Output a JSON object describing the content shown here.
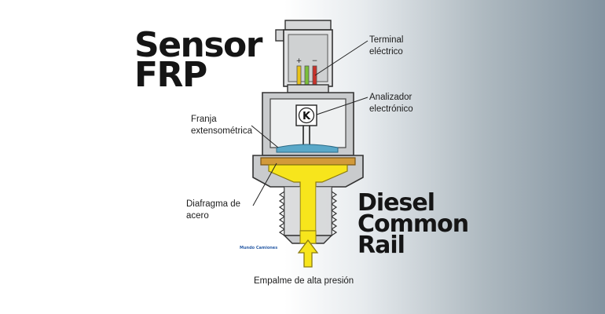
{
  "title": {
    "line1": "Sensor",
    "line2": "FRP"
  },
  "subtitle": {
    "line1": "Diesel",
    "line2": "Common",
    "line3": "Rail"
  },
  "labels": {
    "terminal": [
      "Terminal",
      "eléctrico"
    ],
    "analyzer": [
      "Analizador",
      "electrónico"
    ],
    "strain_gauge": [
      "Franja",
      "extensométrica"
    ],
    "diaphragm": [
      "Diafragma de",
      "acero"
    ],
    "fitting": "Empalme de alta presión"
  },
  "sensor": {
    "pin_symbols": [
      "+",
      "−"
    ],
    "chip_letter": "K"
  },
  "logo": "Mundo Camiones",
  "colors": {
    "body_gray": "#c9cbcd",
    "body_light": "#e4e5e6",
    "outline": "#333333",
    "pressure_yellow": "#f7e51c",
    "diaphragm_orange": "#d29a3a",
    "strain_blue": "#5aa8c8",
    "wire_yellow": "#e8c21a",
    "wire_green": "#7bbf3a",
    "wire_red": "#c8322a"
  }
}
